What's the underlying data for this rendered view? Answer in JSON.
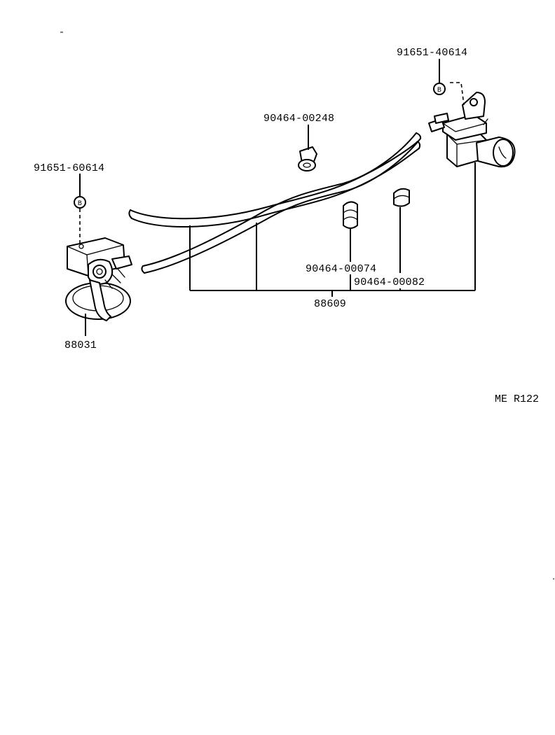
{
  "parts": {
    "bolt_right": "91651-40614",
    "bolt_left": "91651-60614",
    "clamp_top": "90464-00248",
    "clamp_mid": "90464-00074",
    "clamp_right": "90464-00082",
    "hose_assembly": "88609",
    "valve_left": "88031",
    "bolt_marker": "B"
  },
  "diagram_code": "ME  R122"
}
